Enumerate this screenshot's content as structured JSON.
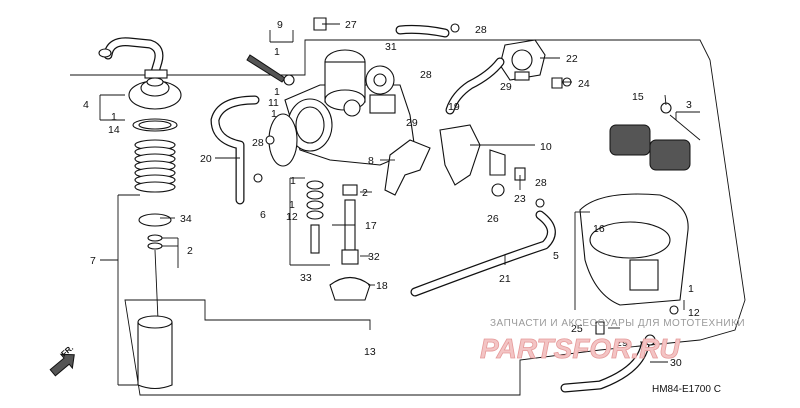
{
  "diagram": {
    "callouts": [
      "27",
      "9",
      "1",
      "1",
      "31",
      "28",
      "22",
      "24",
      "4",
      "1",
      "14",
      "28",
      "11",
      "1",
      "19",
      "29",
      "29",
      "15",
      "3",
      "28",
      "20",
      "10",
      "8",
      "7",
      "2",
      "34",
      "6",
      "1",
      "12",
      "17",
      "1",
      "16",
      "5",
      "21",
      "2",
      "32",
      "33",
      "18",
      "26",
      "23",
      "28",
      "1",
      "12",
      "13",
      "25",
      "29",
      "30"
    ],
    "drawing_code": "HM84-E1700 C",
    "front_marker": "FR."
  },
  "watermark": {
    "caption": "ЗАПЧАСТИ И АКСЕССУАРЫ ДЛЯ МОТОТЕХНИКИ",
    "logo": "PARTSFOR.RU"
  }
}
